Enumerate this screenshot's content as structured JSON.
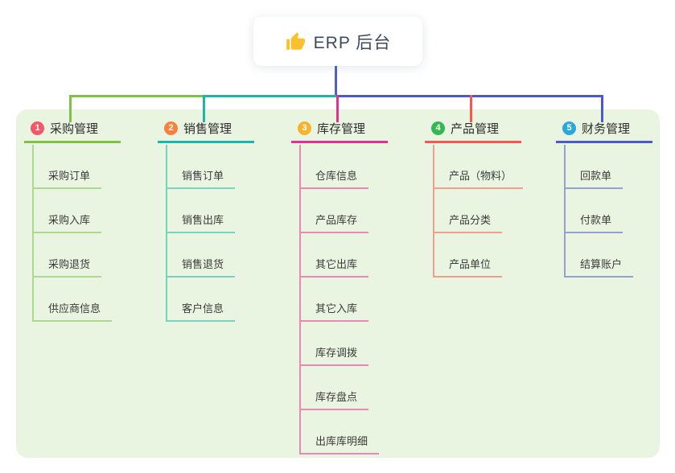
{
  "root": {
    "label": "ERP 后台",
    "icon": "thumbs-up-icon",
    "icon_color": "#fbc02d",
    "connector_color": "#5060cb"
  },
  "panel": {
    "background": "#e9f5e1"
  },
  "branches": [
    {
      "number": "1",
      "label": "采购管理",
      "badge_color": "#f4566a",
      "line_color": "#7fc24a",
      "children": [
        "采购订单",
        "采购入库",
        "采购退货",
        "供应商信息"
      ]
    },
    {
      "number": "2",
      "label": "销售管理",
      "badge_color": "#f9813f",
      "line_color": "#1db5a9",
      "children": [
        "销售订单",
        "销售出库",
        "销售退货",
        "客户信息"
      ]
    },
    {
      "number": "3",
      "label": "库存管理",
      "badge_color": "#f8b32c",
      "line_color": "#e5308f",
      "children": [
        "仓库信息",
        "产品库存",
        "其它出库",
        "其它入库",
        "库存调拨",
        "库存盘点",
        "出库库明细"
      ]
    },
    {
      "number": "4",
      "label": "产品管理",
      "badge_color": "#33b851",
      "line_color": "#f8564e",
      "children": [
        "产品（物料）",
        "产品分类",
        "产品单位"
      ]
    },
    {
      "number": "5",
      "label": "财务管理",
      "badge_color": "#2aa7dd",
      "line_color": "#4a5ac9",
      "children": [
        "回款单",
        "付款单",
        "结算账户"
      ]
    }
  ]
}
